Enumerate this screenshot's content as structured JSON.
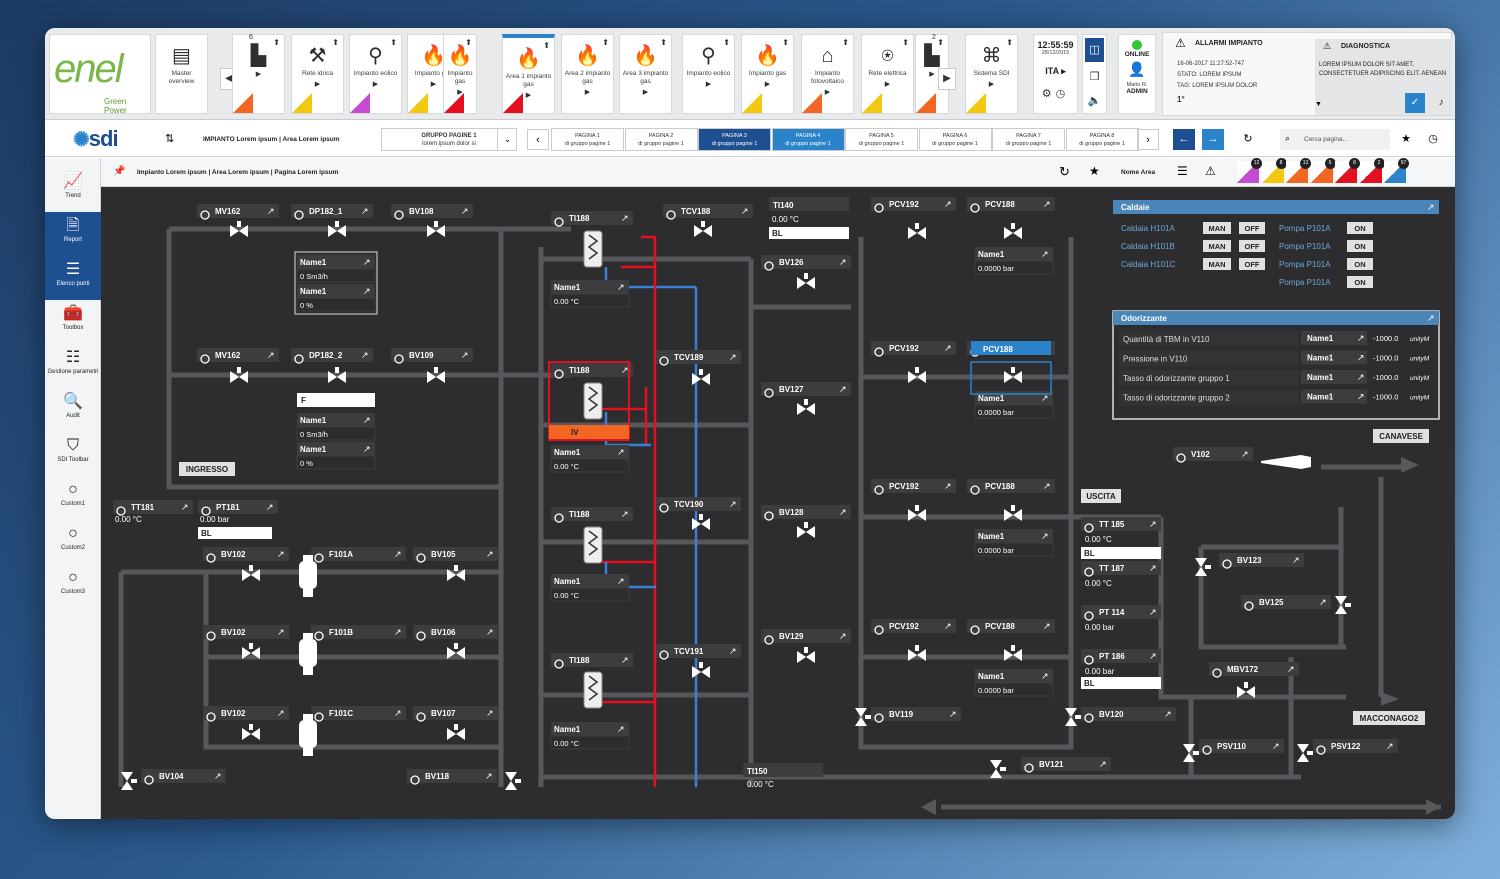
{
  "logo": {
    "brand": "enel",
    "tagline": "Green Power"
  },
  "tiles": [
    {
      "count": "6",
      "label": "",
      "tri": "#f26522"
    },
    {
      "label": "Rete idrica",
      "tri": "#f2c811"
    },
    {
      "label": "Impianto eolico",
      "tri": "#c54cd0"
    },
    {
      "label": "Impianto gas",
      "tri": "#f2c811"
    },
    {
      "label": "Impianto gas",
      "tri": "#e3101f"
    },
    {
      "label": "Area 1 impianto gas",
      "tri": "#e3101f"
    },
    {
      "label": "Area 2 impianto gas",
      "tri": ""
    },
    {
      "label": "Area 3 impianto gas",
      "tri": ""
    },
    {
      "label": "Impianto eolico",
      "tri": ""
    },
    {
      "label": "Impianto gas",
      "tri": "#f2c811"
    },
    {
      "label": "Impianto fotovoltaico",
      "tri": "#f26522"
    },
    {
      "label": "Rete elettrica",
      "tri": "#f2c811"
    },
    {
      "count": "2",
      "label": "",
      "tri": "#f26522"
    },
    {
      "label": "Sistema SDI",
      "tri": "#f2c811"
    }
  ],
  "master": {
    "label": "Master overview"
  },
  "clock": {
    "time": "12:55:59",
    "date": "28/12/2015",
    "lang": "ITA"
  },
  "status": {
    "online": "ONLINE",
    "user": "Mario R.",
    "role": "ADMIN"
  },
  "alarms": {
    "title": "ALLARMI IMPIANTO",
    "line1": "16-06-2017  11:27:52-747",
    "line2": "STATO: LOREM IPSUM",
    "line3": "TAG: LOREM IPSUM DOLOR",
    "line4": "1°",
    "diag_title": "DIAGNOSTICA",
    "diag_text": "LOREM IPSUM DOLOR SIT AMET, CONSECTETUER ADIPISCING ELIT. AENEAN"
  },
  "subbar": {
    "brand": "sdi",
    "crumb": "IMPIANTO Lorem ipsum  |  Area Lorem ipsum",
    "group_title": "GRUPPO PAGINE 1",
    "group_sub": "lorem ipsum dolor si",
    "pages": [
      {
        "t": "PAGINA 1",
        "s": "di gruppo pagine 1"
      },
      {
        "t": "PAGINA 2",
        "s": "di gruppo pagine 1"
      },
      {
        "t": "PAGINA 3",
        "s": "di gruppo pagine 1"
      },
      {
        "t": "PAGINA 4",
        "s": "di gruppo pagine 1"
      },
      {
        "t": "PAGINA 5",
        "s": "di gruppo pagine 1"
      },
      {
        "t": "PAGINA 6",
        "s": "di gruppo pagine 1"
      },
      {
        "t": "PAGINA 7",
        "s": "di gruppo pagine 1"
      },
      {
        "t": "PAGINA 8",
        "s": "di gruppo pagine 1"
      }
    ],
    "search_placeholder": "Cerca pagina..."
  },
  "sidebar": [
    {
      "label": "Trend"
    },
    {
      "label": "Report"
    },
    {
      "label": "Elenco punti"
    },
    {
      "label": "Toolbox"
    },
    {
      "label": "Gestione parametri"
    },
    {
      "label": "Audit"
    },
    {
      "label": "SDI Toolbar"
    },
    {
      "label": "Custom1"
    },
    {
      "label": "Custom2"
    },
    {
      "label": "Custom3"
    }
  ],
  "toolbar": {
    "breadcrumb": "Impianto Lorem ipsum  |  Area Lorem ipsum  |  Pagina Lorem ipsum",
    "area_name": "Nome Area",
    "markers": [
      {
        "n": "12",
        "c": "#c54cd0"
      },
      {
        "n": "8",
        "c": "#f2c811"
      },
      {
        "n": "13",
        "c": "#f26522"
      },
      {
        "n": "5",
        "c": "#f26522"
      },
      {
        "n": "8",
        "c": "#e3101f"
      },
      {
        "n": "2",
        "c": "#e3101f"
      },
      {
        "n": "97",
        "c": "#2b84c9"
      }
    ]
  },
  "colors": {
    "accent": "#2b84c9",
    "navy": "#1e4f91",
    "bg": "#2d2d2f",
    "hot": "#e3101f",
    "cold": "#3b7fd9"
  },
  "diagram": {
    "tags": [
      {
        "t": "MV162"
      },
      {
        "t": "DP182_1"
      },
      {
        "t": "BV108"
      },
      {
        "t": "MV162"
      },
      {
        "t": "DP182_2"
      },
      {
        "t": "BV109"
      },
      {
        "t": "TT181"
      },
      {
        "t": "PT181"
      },
      {
        "t": "BV102"
      },
      {
        "t": "F101A"
      },
      {
        "t": "BV105"
      },
      {
        "t": "BV102"
      },
      {
        "t": "F101B"
      },
      {
        "t": "BV106"
      },
      {
        "t": "BV102"
      },
      {
        "t": "F101C"
      },
      {
        "t": "BV107"
      },
      {
        "t": "BV104"
      },
      {
        "t": "BV118"
      },
      {
        "t": "TI188"
      },
      {
        "t": "TCV188"
      },
      {
        "t": "TI140"
      },
      {
        "t": "BV126"
      },
      {
        "t": "TI188"
      },
      {
        "t": "TCV189"
      },
      {
        "t": "BV127"
      },
      {
        "t": "TI188"
      },
      {
        "t": "TCV190"
      },
      {
        "t": "BV128"
      },
      {
        "t": "TI188"
      },
      {
        "t": "TCV191"
      },
      {
        "t": "BV129"
      },
      {
        "t": "TI150"
      },
      {
        "t": "PCV192"
      },
      {
        "t": "PCV188"
      },
      {
        "t": "PCV192"
      },
      {
        "t": "PCV188"
      },
      {
        "t": "PCV192"
      },
      {
        "t": "PCV188"
      },
      {
        "t": "PCV192"
      },
      {
        "t": "PCV188"
      },
      {
        "t": "BV119"
      },
      {
        "t": "BV120"
      },
      {
        "t": "BV121"
      },
      {
        "t": "V102"
      },
      {
        "t": "BV123"
      },
      {
        "t": "BV125"
      },
      {
        "t": "MBV172"
      },
      {
        "t": "PSV110"
      },
      {
        "t": "PSV122"
      },
      {
        "t": "TT 185"
      },
      {
        "t": "TT 187"
      },
      {
        "t": "PT 114"
      },
      {
        "t": "PT 186"
      }
    ],
    "readouts": [
      {
        "t": "Name1",
        "v": "0 Sm3/h"
      },
      {
        "t": "Name1",
        "v": "0 %"
      },
      {
        "t": "Name1",
        "v": "0 Sm3/h"
      },
      {
        "t": "Name1",
        "v": "0 %"
      },
      {
        "t": "Name1",
        "v": "0.00 °C"
      },
      {
        "t": "Name1",
        "v": "0.00 °C"
      },
      {
        "t": "Name1",
        "v": "0.00 °C"
      },
      {
        "t": "Name1",
        "v": "0.00 °C"
      },
      {
        "t": "Name1",
        "v": "0.0000 bar"
      },
      {
        "t": "Name1",
        "v": "0.0000 bar"
      },
      {
        "t": "Name1",
        "v": "0.0000 bar"
      },
      {
        "t": "Name1",
        "v": "0.0000 bar"
      }
    ],
    "values": {
      "tt181": "0.00 °C",
      "pt181": "0.00 bar",
      "ti140": "0.00 °C",
      "ti150": "0.00 °C",
      "tt185": "0.00 °C",
      "tt187": "0.00 °C",
      "pt114": "0.00 bar",
      "pt186": "0.00 bar"
    },
    "labels": {
      "ingresso": "INGRESSO",
      "uscita": "USCITA",
      "canavese": "CANAVESE",
      "macconago": "MACCONAGO2",
      "bl": "BL",
      "f": "F",
      "iv": "IV"
    }
  },
  "caldaie": {
    "title": "Caldaie",
    "rows": [
      {
        "name": "Caldaia H101A",
        "man": "MAN",
        "off": "OFF",
        "pump": "Pompa P101A",
        "on": "ON"
      },
      {
        "name": "Caldaia H101B",
        "man": "MAN",
        "off": "OFF",
        "pump": "Pompa P101A",
        "on": "ON"
      },
      {
        "name": "Caldaia H101C",
        "man": "MAN",
        "off": "OFF",
        "pump": "Pompa P101A",
        "on": "ON"
      },
      {
        "name": "",
        "man": "",
        "off": "",
        "pump": "Pompa P101A",
        "on": "ON"
      }
    ]
  },
  "odorizzante": {
    "title": "Odorizzante",
    "rows": [
      {
        "label": "Quantità di TBM in V110",
        "tag": "Name1",
        "v": "-1000.0",
        "u": "unityM"
      },
      {
        "label": "Pressione in V110",
        "tag": "Name1",
        "v": "-1000.0",
        "u": "unityM"
      },
      {
        "label": "Tasso di odorizzante gruppo 1",
        "tag": "Name1",
        "v": "-1000.0",
        "u": "unityM"
      },
      {
        "label": "Tasso di odorizzante gruppo 2",
        "tag": "Name1",
        "v": "-1000.0",
        "u": "unityM"
      }
    ]
  }
}
